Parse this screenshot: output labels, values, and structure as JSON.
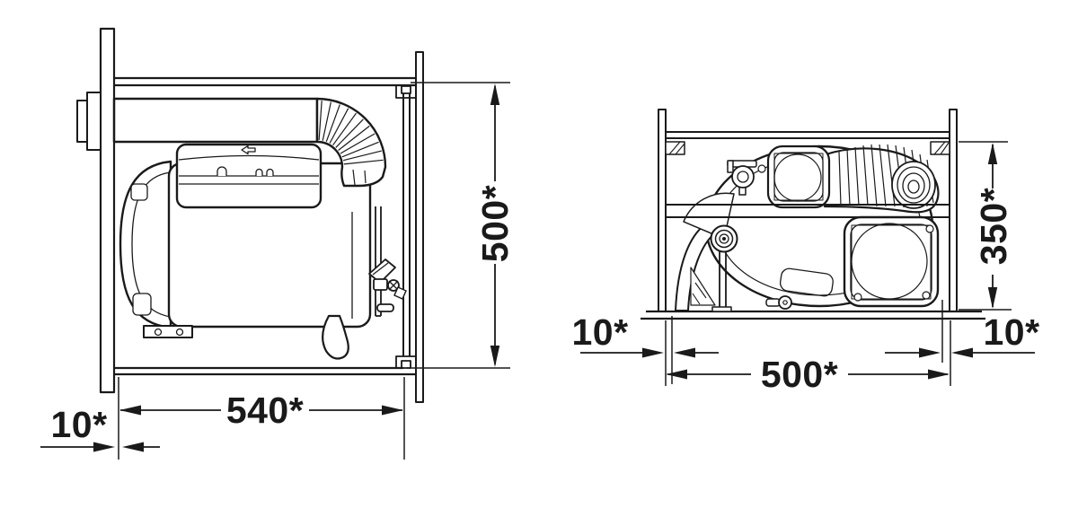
{
  "colors": {
    "ink": "#1a1a1a",
    "paper": "#ffffff"
  },
  "diagram": {
    "side_view": {
      "height": "500*",
      "width": "540*",
      "clearance": "10*"
    },
    "front_view": {
      "height": "350*",
      "width": "500*",
      "clearance_left": "10*",
      "clearance_right": "10*"
    }
  }
}
